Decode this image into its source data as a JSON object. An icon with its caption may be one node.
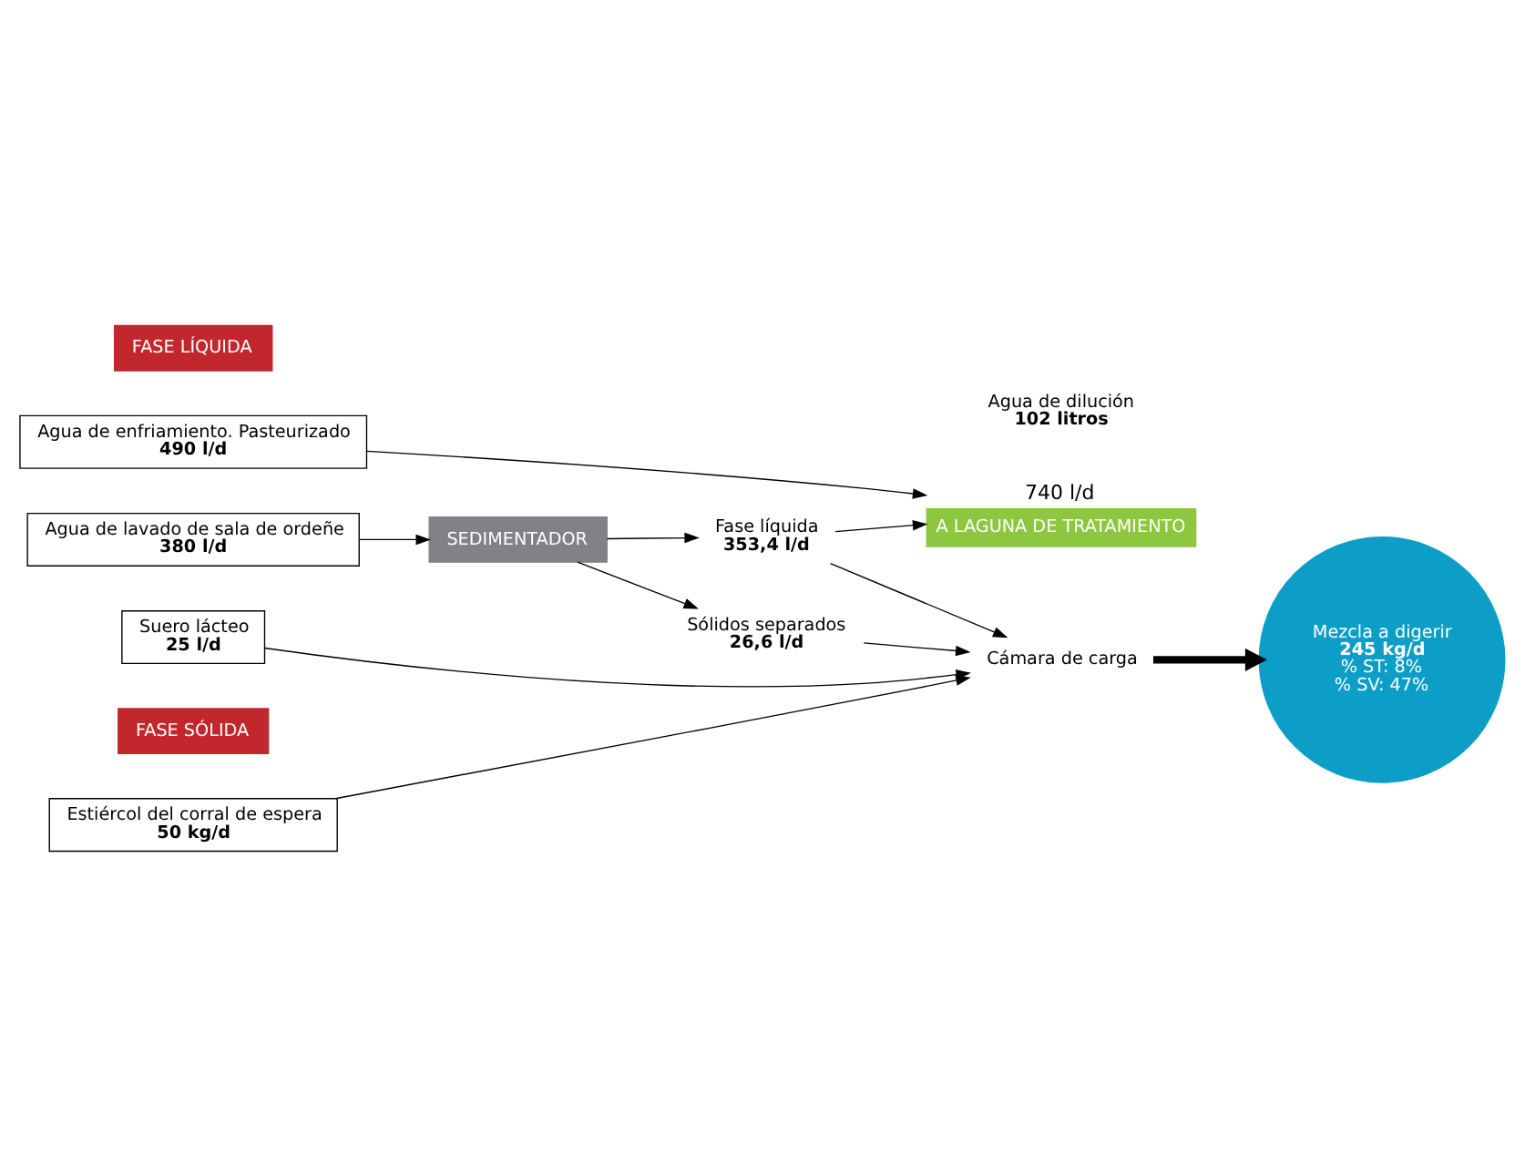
{
  "diagram": {
    "nodes": [
      {
        "text": [
          "FASE LÍQUIDA"
        ]
      },
      {
        "text": [
          "Agua de enfriamiento. Pasteurizado",
          "490 l/d"
        ]
      },
      {
        "text": [
          "A LAGUNA DE TRATAMIENTO"
        ],
        "beside": [
          "740 l/d"
        ]
      },
      {
        "text": [
          "Agua de lavado de sala de ordeñe",
          "380 l/d"
        ]
      },
      {
        "text": [
          "SEDIMENTADOR"
        ]
      },
      {
        "text": [
          "Fase líquida",
          "353,4 l/d"
        ]
      },
      {
        "text": [
          "Sólidos separados",
          "26,6 l/d"
        ]
      },
      {
        "text": [
          "Suero lácteo",
          "25 l/d"
        ]
      },
      {
        "text": [
          "Cámara de carga"
        ]
      },
      {
        "text": [
          "Mezcla a digerir",
          "245 kg/d",
          "% ST: 8%",
          "% SV: 47%"
        ]
      },
      {
        "text": [
          "FASE SÓLIDA"
        ]
      },
      {
        "text": [
          "Estiércol del corral de espera",
          "50 kg/d"
        ]
      }
    ],
    "edges": [
      {
        "from": 1,
        "to": 2,
        "arrow": "to"
      },
      {
        "from": 3,
        "to": 4,
        "arrow": "to"
      },
      {
        "from": 4,
        "to": 5,
        "arrow": "to"
      },
      {
        "from": 4,
        "to": 6,
        "arrow": "to"
      },
      {
        "from": 5,
        "to": 2,
        "arrow": "to"
      },
      {
        "from": 5,
        "to": 8,
        "arrow": "to"
      },
      {
        "from": 6,
        "to": 8,
        "arrow": "to"
      },
      {
        "from": 7,
        "to": 8,
        "arrow": "to"
      },
      {
        "from": 11,
        "to": 8,
        "arrow": "to"
      },
      {
        "from": 8,
        "to": 9,
        "arrow": "to",
        "style": "thick"
      }
    ],
    "labels": [
      "Agua de dilución",
      "102 litros"
    ]
  }
}
